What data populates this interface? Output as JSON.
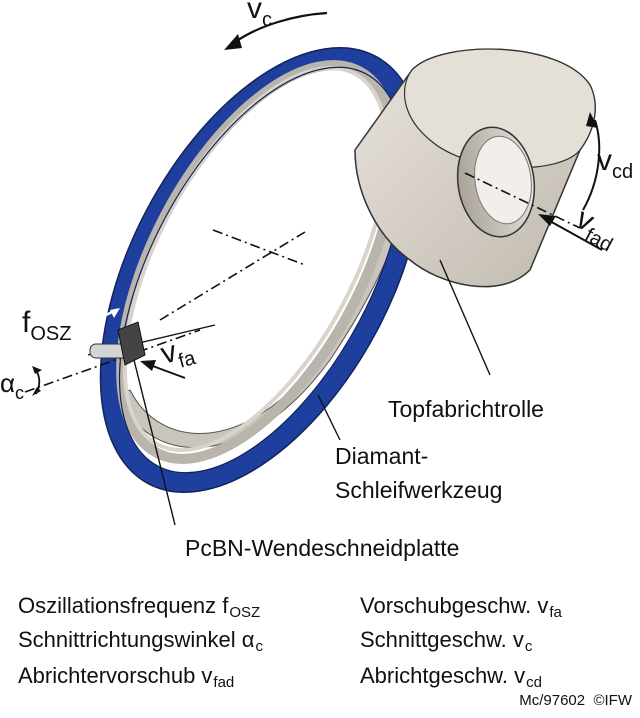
{
  "labels": {
    "vc": {
      "main": "v",
      "sub": "c"
    },
    "vcd": {
      "main": "v",
      "sub": "cd"
    },
    "vfad": {
      "main": "v",
      "sub": "fad"
    },
    "fosz": {
      "main": "f",
      "sub": "OSZ"
    },
    "vfa": {
      "main": "v",
      "sub": "fa"
    },
    "alpha_c": {
      "main": "α",
      "sub": "c"
    },
    "dresser": "Topfabrichtrolle",
    "tool_line1": "Diamant-",
    "tool_line2": "Schleifwerkzeug",
    "insert": "PcBN-Wendeschneidplatte"
  },
  "legend": [
    {
      "text": "Oszillationsfrequenz f",
      "sub": "OSZ"
    },
    {
      "text": "Vorschubgeschw. v",
      "sub": "fa"
    },
    {
      "text": "Schnittrichtungswinkel α",
      "sub": "c"
    },
    {
      "text": "Schnittgeschw. v",
      "sub": "c"
    },
    {
      "text": "Abrichtervorschub v",
      "sub": "fad"
    },
    {
      "text": "Abrichtgeschw. v",
      "sub": "cd"
    }
  ],
  "footer": {
    "code": "Mc/97602",
    "copyright": "©IFW"
  },
  "colors": {
    "ring_blue": "#1e3f9e",
    "ring_grey": "#bdb8b0",
    "dresser": "#d7d1c8"
  }
}
